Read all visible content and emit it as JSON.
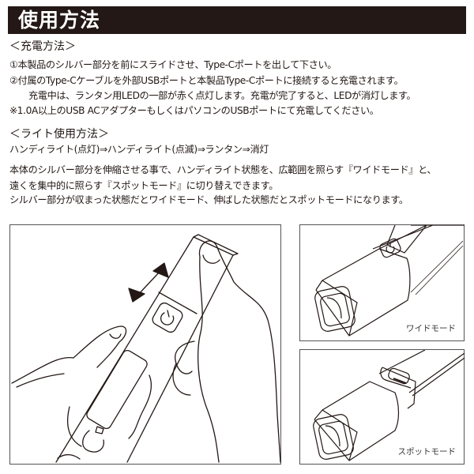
{
  "header": {
    "title": "使用方法"
  },
  "charging": {
    "heading": "＜充電方法＞",
    "lines": [
      "①本製品のシルバー部分を前にスライドさせ、Type-Cポートを出して下さい。",
      "②付属のType-Cケーブルを外部USBポートと本製品Type-Cポートに接続すると充電されます。",
      "充電中は、ランタン用LEDの一部が赤く点灯します。充電が完了すると、LEDが消灯します。",
      "※1.0A以上のUSB ACアダプターもしくはパソコンのUSBポートにて充電してください。"
    ]
  },
  "light_usage": {
    "heading": "＜ライト使用方法＞",
    "sequence": "ハンディライト(点灯)⇒ハンディライト(点滅)⇒ランタン⇒消灯",
    "description": [
      "本体のシルバー部分を伸縮させる事で、ハンディライト状態を、広範囲を照らす『ワイドモード』と、",
      "遠くを集中的に照らす『スポットモード』に切り替えできます。",
      "シルバー部分が収まった状態だとワイドモード、伸ばした状態だとスポットモードになります。"
    ]
  },
  "illustrations": {
    "hand_slide": {
      "icons": [
        "double-arrow-icon",
        "power-icon"
      ]
    },
    "wide_mode": {
      "caption": "ワイドモード"
    },
    "spot_mode": {
      "caption": "スポットモード"
    }
  },
  "colors": {
    "header_bg": "#231815",
    "text": "#231815",
    "border": "#555555",
    "line_art": "#231815"
  }
}
